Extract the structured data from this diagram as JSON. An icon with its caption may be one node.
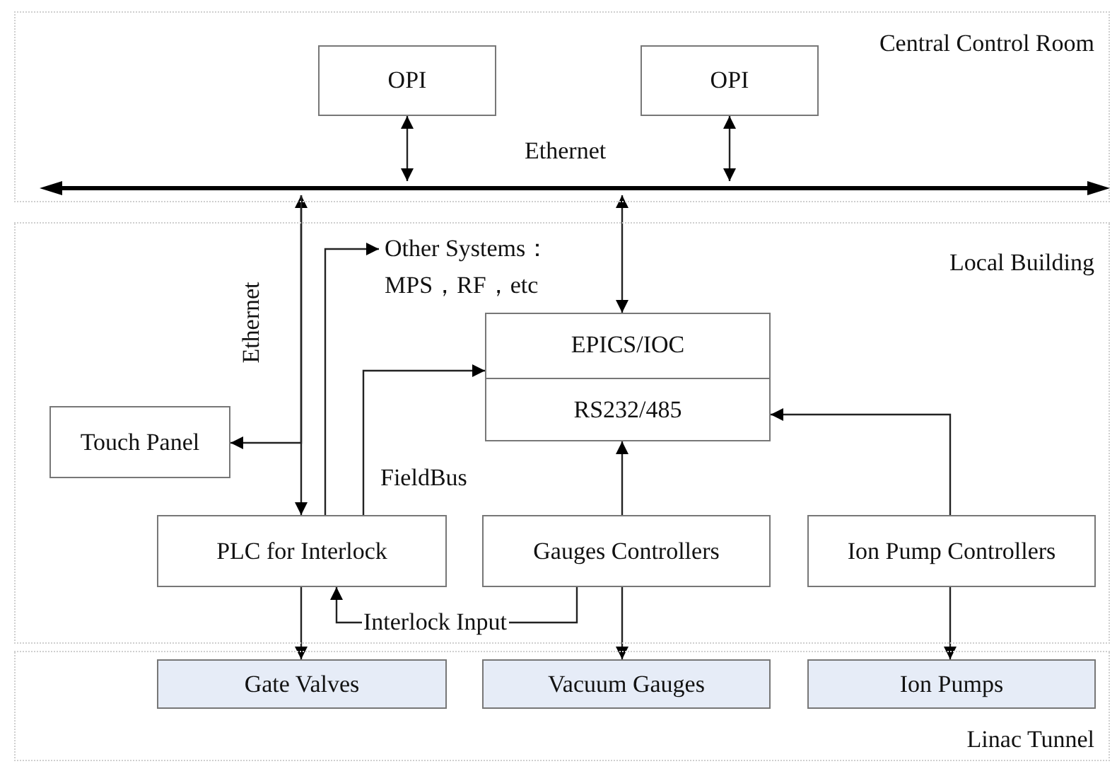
{
  "diagram": {
    "nodes": [
      {
        "text": [
          "Central Control Room"
        ]
      },
      {
        "text": [
          "OPI"
        ],
        "in": 0
      },
      {
        "text": [
          "OPI"
        ],
        "in": 0
      },
      {
        "text": [],
        "shape": "bar",
        "beside": [
          "Ethernet"
        ],
        "in": 0
      },
      {
        "text": [
          "Local Building"
        ]
      },
      {
        "text": [
          "Other Systems： MPS，RF，etc"
        ],
        "in": 4
      },
      {
        "text": [
          "EPICS/IOC",
          "RS232/485"
        ],
        "in": 4
      },
      {
        "text": [
          "Touch Panel"
        ],
        "in": 4
      },
      {
        "text": [
          "PLC for Interlock"
        ],
        "in": 4
      },
      {
        "text": [
          "Gauges Controllers"
        ],
        "in": 4
      },
      {
        "text": [
          "Ion Pump Controllers"
        ],
        "in": 4
      },
      {
        "text": [
          "Linac Tunnel"
        ]
      },
      {
        "text": [
          "Gate Valves"
        ],
        "in": 11
      },
      {
        "text": [
          "Vacuum Gauges"
        ],
        "in": 11
      },
      {
        "text": [
          "Ion Pumps"
        ],
        "in": 11
      }
    ],
    "edges": [
      {
        "from": 1,
        "to": 3,
        "arrow": "both"
      },
      {
        "from": 2,
        "to": 3,
        "arrow": "both"
      },
      {
        "from": 3,
        "to": 8,
        "arrow": "both",
        "label": "Ethernet"
      },
      {
        "from": 3,
        "to": 6,
        "arrow": "both"
      },
      {
        "from": 3,
        "to": 7,
        "arrow": "to"
      },
      {
        "from": 8,
        "to": 5,
        "arrow": "to"
      },
      {
        "from": 8,
        "to": 6,
        "arrow": "to",
        "label": "FieldBus"
      },
      {
        "from": 9,
        "to": 6,
        "arrow": "to"
      },
      {
        "from": 10,
        "to": 6,
        "arrow": "to"
      },
      {
        "from": 8,
        "to": 12,
        "arrow": "to"
      },
      {
        "from": 9,
        "to": 8,
        "arrow": "to",
        "label": "Interlock Input"
      },
      {
        "from": 9,
        "to": 13,
        "arrow": "to"
      },
      {
        "from": 10,
        "to": 14,
        "arrow": "to"
      }
    ]
  }
}
